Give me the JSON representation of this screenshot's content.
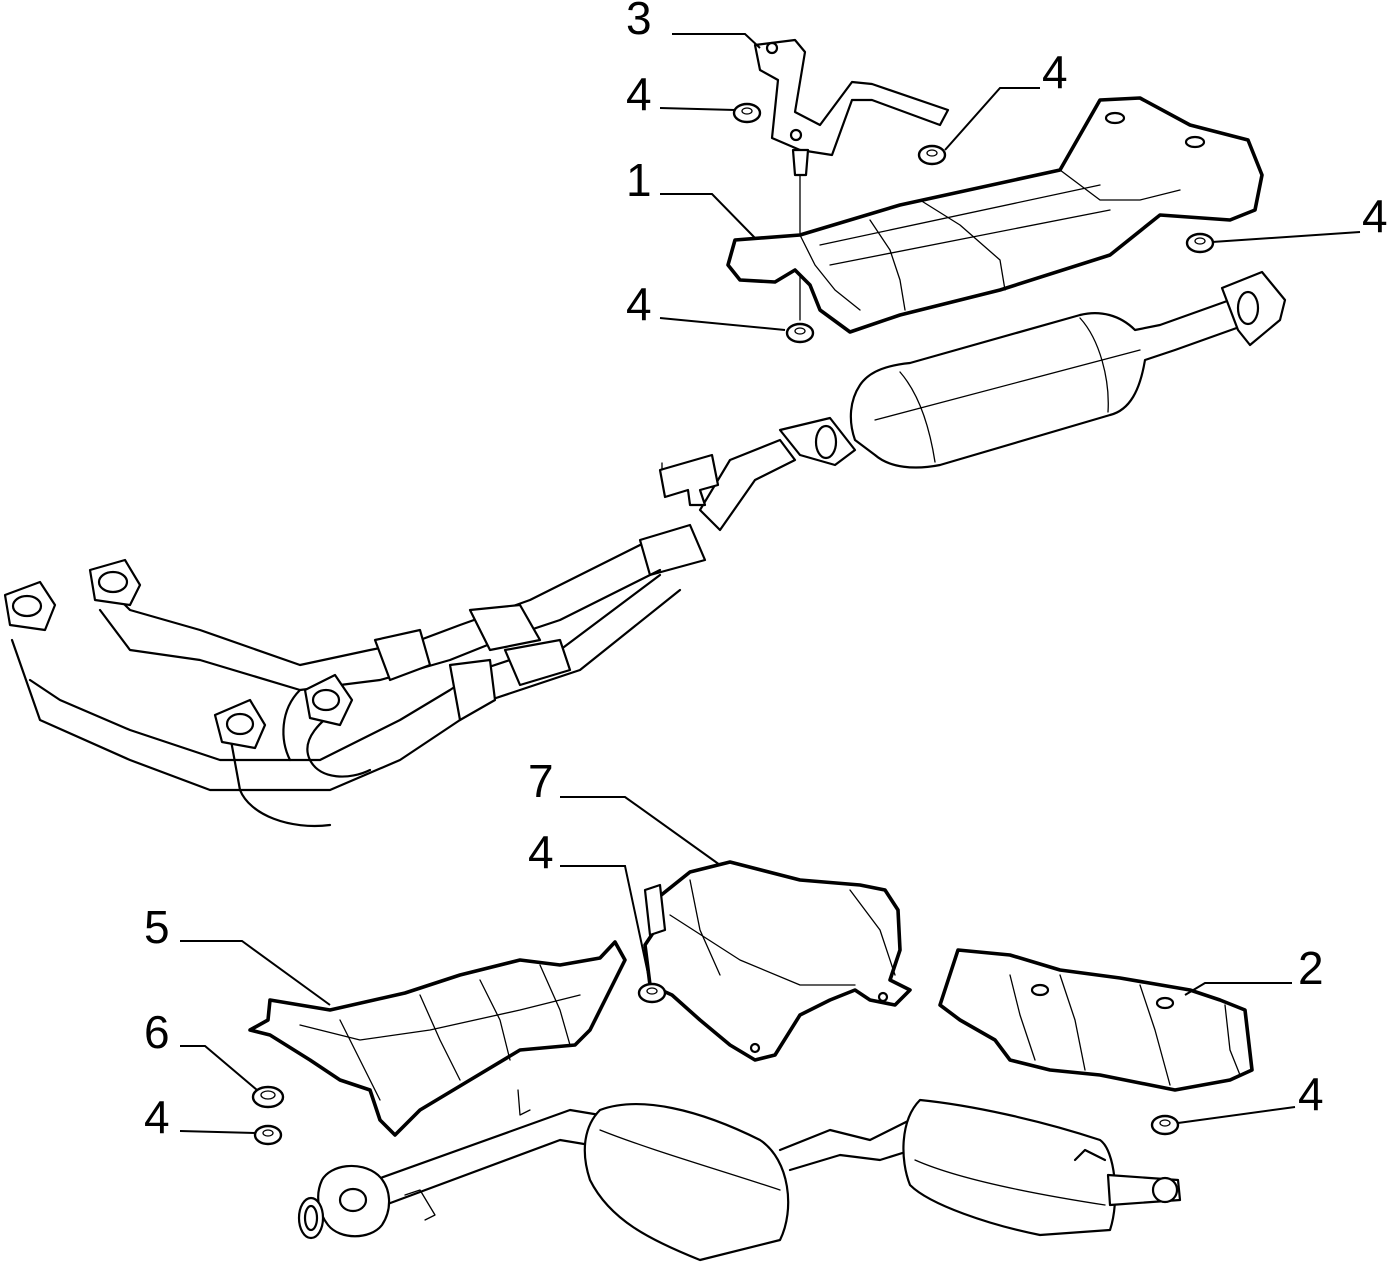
{
  "callouts": {
    "c1": "1",
    "c2": "2",
    "c3": "3",
    "c4a": "4",
    "c4b": "4",
    "c4c": "4",
    "c4d": "4",
    "c4e": "4",
    "c4f": "4",
    "c4g": "4",
    "c5": "5",
    "c6": "6",
    "c7": "7"
  }
}
